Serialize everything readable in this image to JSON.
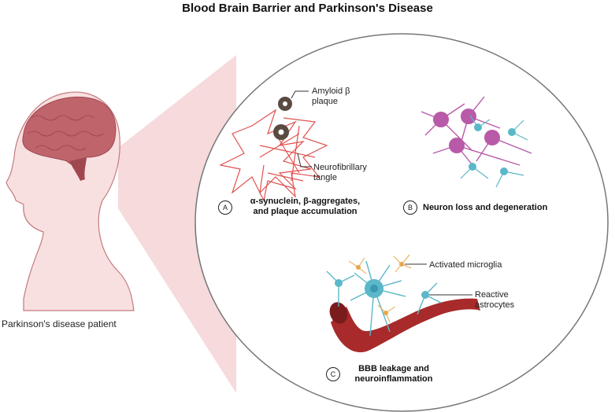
{
  "title": "Blood Brain Barrier and Parkinson's Disease",
  "patient_label": "Parkinson's disease patient",
  "panels": [
    {
      "id": "A",
      "caption_line1": "α-synuclein, β-aggregates,",
      "caption_line2": "and plaque accumulation",
      "annotations": [
        "Amyloid β",
        "plaque",
        "Neurofibrillary",
        "tangle"
      ]
    },
    {
      "id": "B",
      "caption_line1": "Neuron loss and degeneration"
    },
    {
      "id": "C",
      "caption_line1": "BBB leakage and",
      "caption_line2": "neuroinflammation",
      "annotations": [
        "Activated microglia",
        "Reactive",
        "astrocytes"
      ]
    }
  ],
  "colors": {
    "skin": "#f6dcdc",
    "brain": "#c0646c",
    "zoom_cone": "#f4d6d8",
    "tangle": "#e0524f",
    "plaque": "#5a4a42",
    "neuron": "#b85aa8",
    "astrocyte": "#5ab8c8",
    "microglia": "#e8a84a",
    "vessel": "#a82a2a"
  }
}
